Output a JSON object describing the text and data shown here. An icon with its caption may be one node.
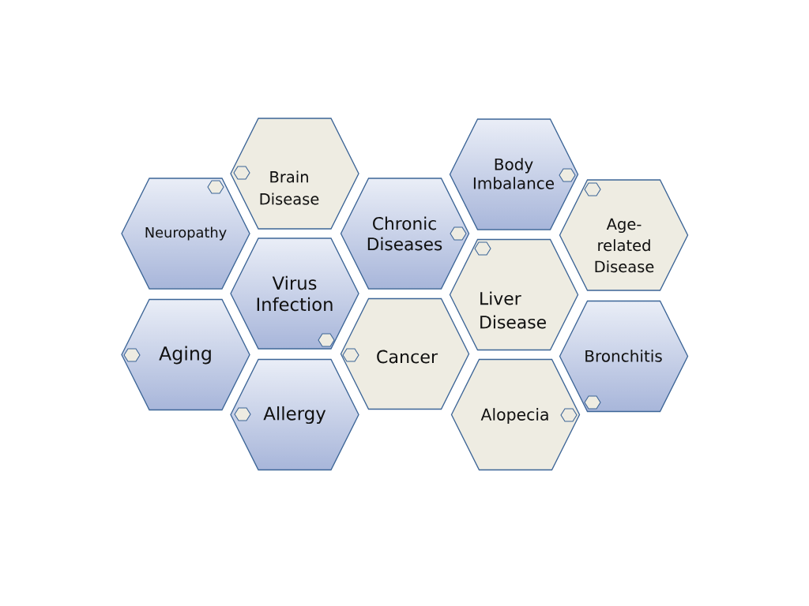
{
  "diagram": {
    "nodes": [
      {
        "text": [
          "Brain Disease"
        ]
      },
      {
        "text": [
          "Body Imbalance"
        ]
      },
      {
        "text": [
          "Neuropathy"
        ]
      },
      {
        "text": [
          "Chronic Diseases"
        ]
      },
      {
        "text": [
          "Age- related Disease"
        ]
      },
      {
        "text": [
          "Virus Infection"
        ]
      },
      {
        "text": [
          "Liver Disease"
        ]
      },
      {
        "text": [
          "Aging"
        ]
      },
      {
        "text": [
          "Cancer"
        ]
      },
      {
        "text": [
          "Bronchitis"
        ]
      },
      {
        "text": [
          "Allergy"
        ]
      },
      {
        "text": [
          "Alopecia"
        ]
      }
    ]
  }
}
